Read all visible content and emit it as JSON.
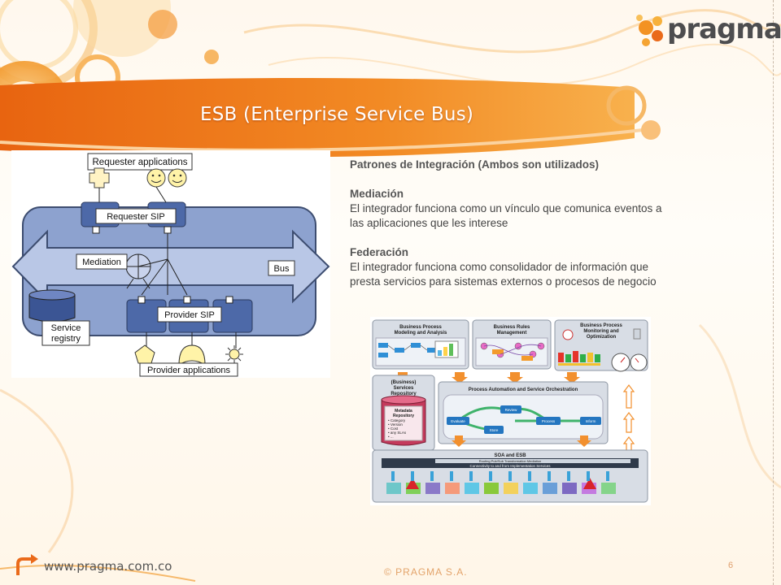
{
  "slide": {
    "title": "ESB (Enterprise Service Bus)",
    "logo_text": "pragma",
    "footer_url": "www.pragma.com.co",
    "footer_copyright": "© PRAGMA S.A.",
    "page_number": "6"
  },
  "content": {
    "heading": "Patrones de Integración  (Ambos son utilizados)",
    "sections": [
      {
        "title": "Mediación",
        "lines": [
          "El integrador funciona como un vínculo que comunica eventos a",
          "las aplicaciones que les interese"
        ]
      },
      {
        "title": "Federación",
        "lines": [
          "El integrador funciona como consolidador de información que",
          "presta servicios para sistemas externos o procesos de negocio"
        ]
      }
    ]
  },
  "esb_diagram": {
    "requester_applications": "Requester applications",
    "requester_sip": "Requester SIP",
    "mediation": "Mediation",
    "bus": "Bus",
    "provider_sip": "Provider SIP",
    "service_registry_line1": "Service",
    "service_registry_line2": "registry",
    "provider_applications": "Provider applications"
  },
  "soa_diagram": {
    "bpm_modeling_line1": "Business Process",
    "bpm_modeling_line2": "Modeling and Analysis",
    "rules_line1": "Business Rules",
    "rules_line2": "Management",
    "monitor_line1": "Business Process",
    "monitor_line2": "Monitoring and",
    "monitor_line3": "Optimization",
    "repo_line1": "(Business)",
    "repo_line2": "Services",
    "repo_line3": "Repository",
    "meta_line1": "Metadata",
    "meta_line2": "Repository",
    "meta_items": [
      "• Category",
      "• Version",
      "• Cost",
      "• any SLAs",
      "• ..."
    ],
    "orchestration": "Process Automation and Service Orchestration",
    "review": "Review",
    "evaluate": "Evaluate",
    "process": "Process",
    "inform": "Inform",
    "store": "Store",
    "soa_esb": "SOA and ESB",
    "conn_top": "Routing       Pub/Sub       Transformation       Mediation",
    "conn_bottom": "Connectivity to and from Implementation Services"
  },
  "colors": {
    "orange": "#ef7d22",
    "title_band": "#f07a1a",
    "diagram_blue": "#7f98c9",
    "diagram_blue_light": "#b7c5e3"
  }
}
